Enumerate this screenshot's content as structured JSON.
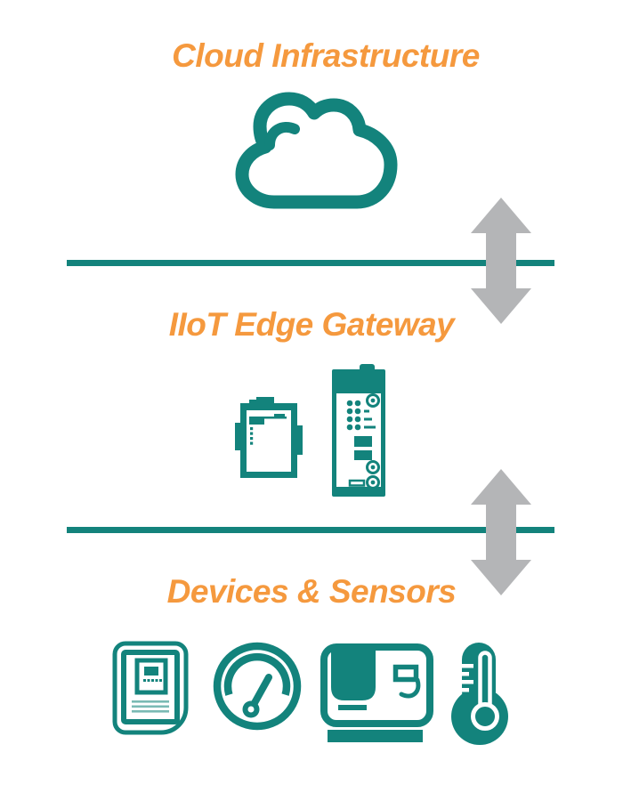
{
  "diagram": {
    "layers": [
      {
        "title": "Cloud Infrastructure",
        "icon_names": [
          "cloud-icon"
        ]
      },
      {
        "title": "IIoT Edge Gateway",
        "icon_names": [
          "compact-gateway-icon",
          "din-rail-gateway-icon"
        ]
      },
      {
        "title": "Devices & Sensors",
        "icon_names": [
          "drive-panel-icon",
          "gauge-icon",
          "machine-icon",
          "thermometer-icon"
        ]
      }
    ],
    "connectors": [
      {
        "type": "divider-line",
        "position": "between cloud and gateway"
      },
      {
        "type": "bidirectional-vertical-arrow",
        "position": "between cloud and gateway"
      },
      {
        "type": "divider-line",
        "position": "between gateway and devices"
      },
      {
        "type": "bidirectional-vertical-arrow",
        "position": "between gateway and devices"
      }
    ],
    "colors": {
      "teal": "#13837C",
      "teal_light": "#7ABAB4",
      "orange": "#F5993E",
      "arrow_gray": "#B4B5B7",
      "background": "#FFFFFF"
    }
  }
}
